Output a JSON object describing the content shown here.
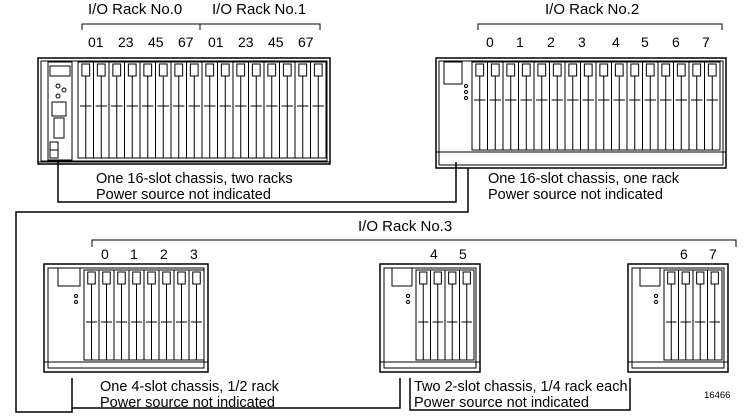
{
  "racks": {
    "rack0": "I/O Rack No.0",
    "rack1": "I/O Rack No.1",
    "rack2": "I/O Rack No.2",
    "rack3": "I/O Rack No.3"
  },
  "slot_labels": {
    "rack0": [
      "01",
      "23",
      "45",
      "67"
    ],
    "rack1": [
      "01",
      "23",
      "45",
      "67"
    ],
    "rack2": [
      "0",
      "1",
      "2",
      "3",
      "4",
      "5",
      "6",
      "7"
    ],
    "rack3_a": [
      "0",
      "1",
      "2",
      "3"
    ],
    "rack3_b": [
      "4",
      "5"
    ],
    "rack3_c": [
      "6",
      "7"
    ]
  },
  "captions": {
    "chassis1_line1": "One  16-slot chassis, two racks",
    "chassis1_line2": "Power source not indicated",
    "chassis2_line1": "One  16-slot chassis,  one rack",
    "chassis2_line2": "Power source not indicated",
    "chassis3_line1": "One  4-slot chassis, 1/2 rack",
    "chassis3_line2": "Power source not indicated",
    "chassis4_line1": "Two  2-slot chassis, 1/4 rack each",
    "chassis4_line2": "Power source not indicated"
  },
  "figure_number": "16466",
  "colors": {
    "line": "#000000",
    "background": "#ffffff"
  }
}
